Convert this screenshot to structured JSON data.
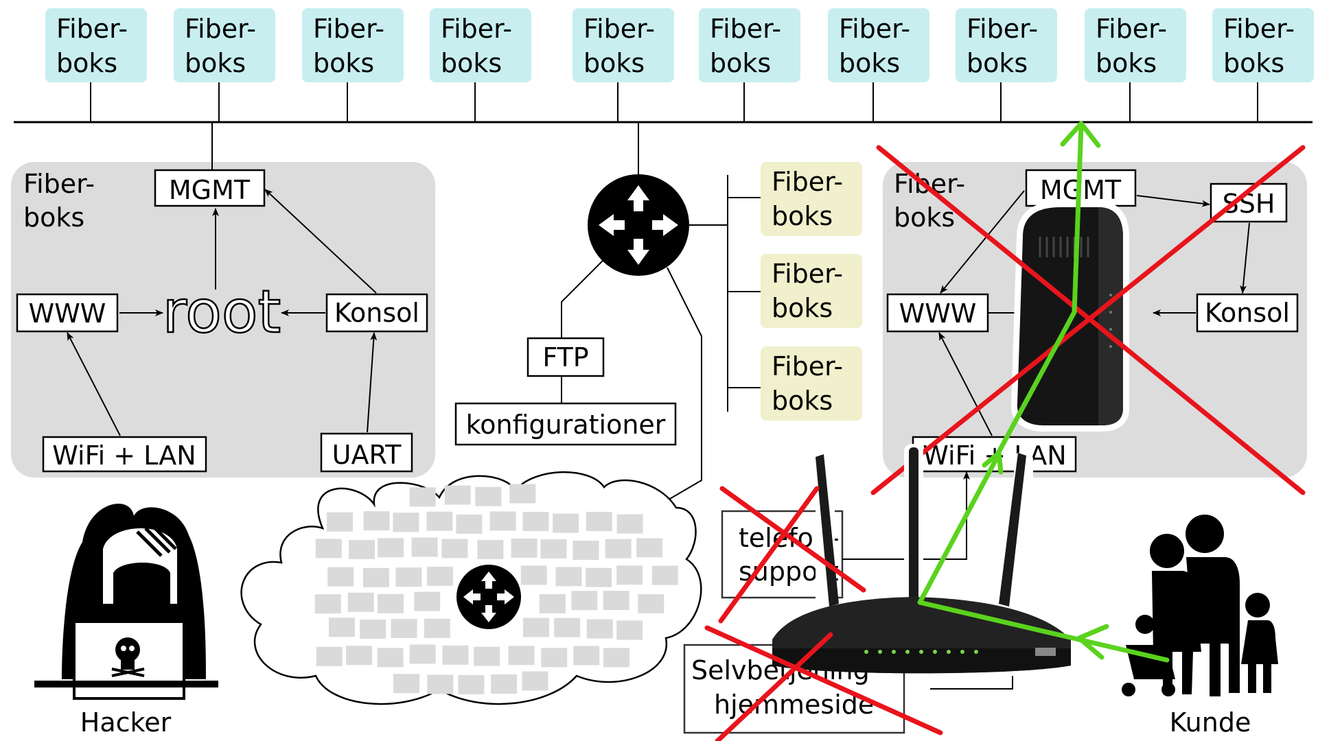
{
  "top_boxes": [
    {
      "line1": "Fiber-",
      "line2": "boks"
    },
    {
      "line1": "Fiber-",
      "line2": "boks"
    },
    {
      "line1": "Fiber-",
      "line2": "boks"
    },
    {
      "line1": "Fiber-",
      "line2": "boks"
    },
    {
      "line1": "Fiber-",
      "line2": "boks"
    },
    {
      "line1": "Fiber-",
      "line2": "boks"
    },
    {
      "line1": "Fiber-",
      "line2": "boks"
    },
    {
      "line1": "Fiber-",
      "line2": "boks"
    },
    {
      "line1": "Fiber-",
      "line2": "boks"
    },
    {
      "line1": "Fiber-",
      "line2": "boks"
    }
  ],
  "left_panel": {
    "title_line1": "Fiber-",
    "title_line2": "boks",
    "mgmt": "MGMT",
    "www": "WWW",
    "root": "root",
    "konsol": "Konsol",
    "wifi": "WiFi + LAN",
    "uart": "UART"
  },
  "right_panel": {
    "title_line1": "Fiber-",
    "title_line2": "boks",
    "mgmt": "MGMT",
    "ssh": "SSH",
    "www": "WWW",
    "konsol": "Konsol",
    "wifi": "WiFi + LAN"
  },
  "middle": {
    "ftp": "FTP",
    "konfig": "konfigurationer",
    "side_boxes": [
      {
        "line1": "Fiber-",
        "line2": "boks"
      },
      {
        "line1": "Fiber-",
        "line2": "boks"
      },
      {
        "line1": "Fiber-",
        "line2": "boks"
      }
    ]
  },
  "bottom": {
    "telefon_line1": "telefon-",
    "telefon_line2": "support",
    "selv_line1": "Selvbetjening",
    "selv_line2": "hjemmeside",
    "hacker": "Hacker",
    "kunde": "Kunde"
  },
  "colors": {
    "top_box": "#c8eef0",
    "side_box": "#f0f0cc",
    "panel": "#dcdcdc",
    "cross": "#e8141c",
    "path": "#5ad21e",
    "cloud_tile": "#dadada"
  },
  "icons": [
    "router-icon",
    "hacker-icon",
    "family-icon",
    "modem-icon",
    "wifi-router-icon",
    "cloud-icon"
  ]
}
